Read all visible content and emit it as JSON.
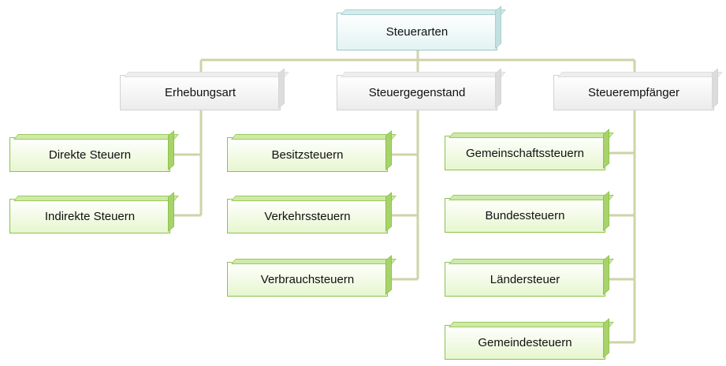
{
  "colors": {
    "connector": "#cfd3a7",
    "root_border": "#9cc7c9",
    "leaf_border": "#8cc34a"
  },
  "root": {
    "label": "Steuerarten"
  },
  "categories": [
    {
      "label": "Erhebungsart",
      "items": [
        {
          "label": "Direkte Steuern"
        },
        {
          "label": "Indirekte Steuern"
        }
      ]
    },
    {
      "label": "Steuergegenstand",
      "items": [
        {
          "label": "Besitzsteuern"
        },
        {
          "label": "Verkehrssteuern"
        },
        {
          "label": "Verbrauchsteuern"
        }
      ]
    },
    {
      "label": "Steuerempfänger",
      "items": [
        {
          "label": "Gemeinschaftssteuern"
        },
        {
          "label": "Bundessteuern"
        },
        {
          "label": "Ländersteuer"
        },
        {
          "label": "Gemeindesteuern"
        }
      ]
    }
  ]
}
